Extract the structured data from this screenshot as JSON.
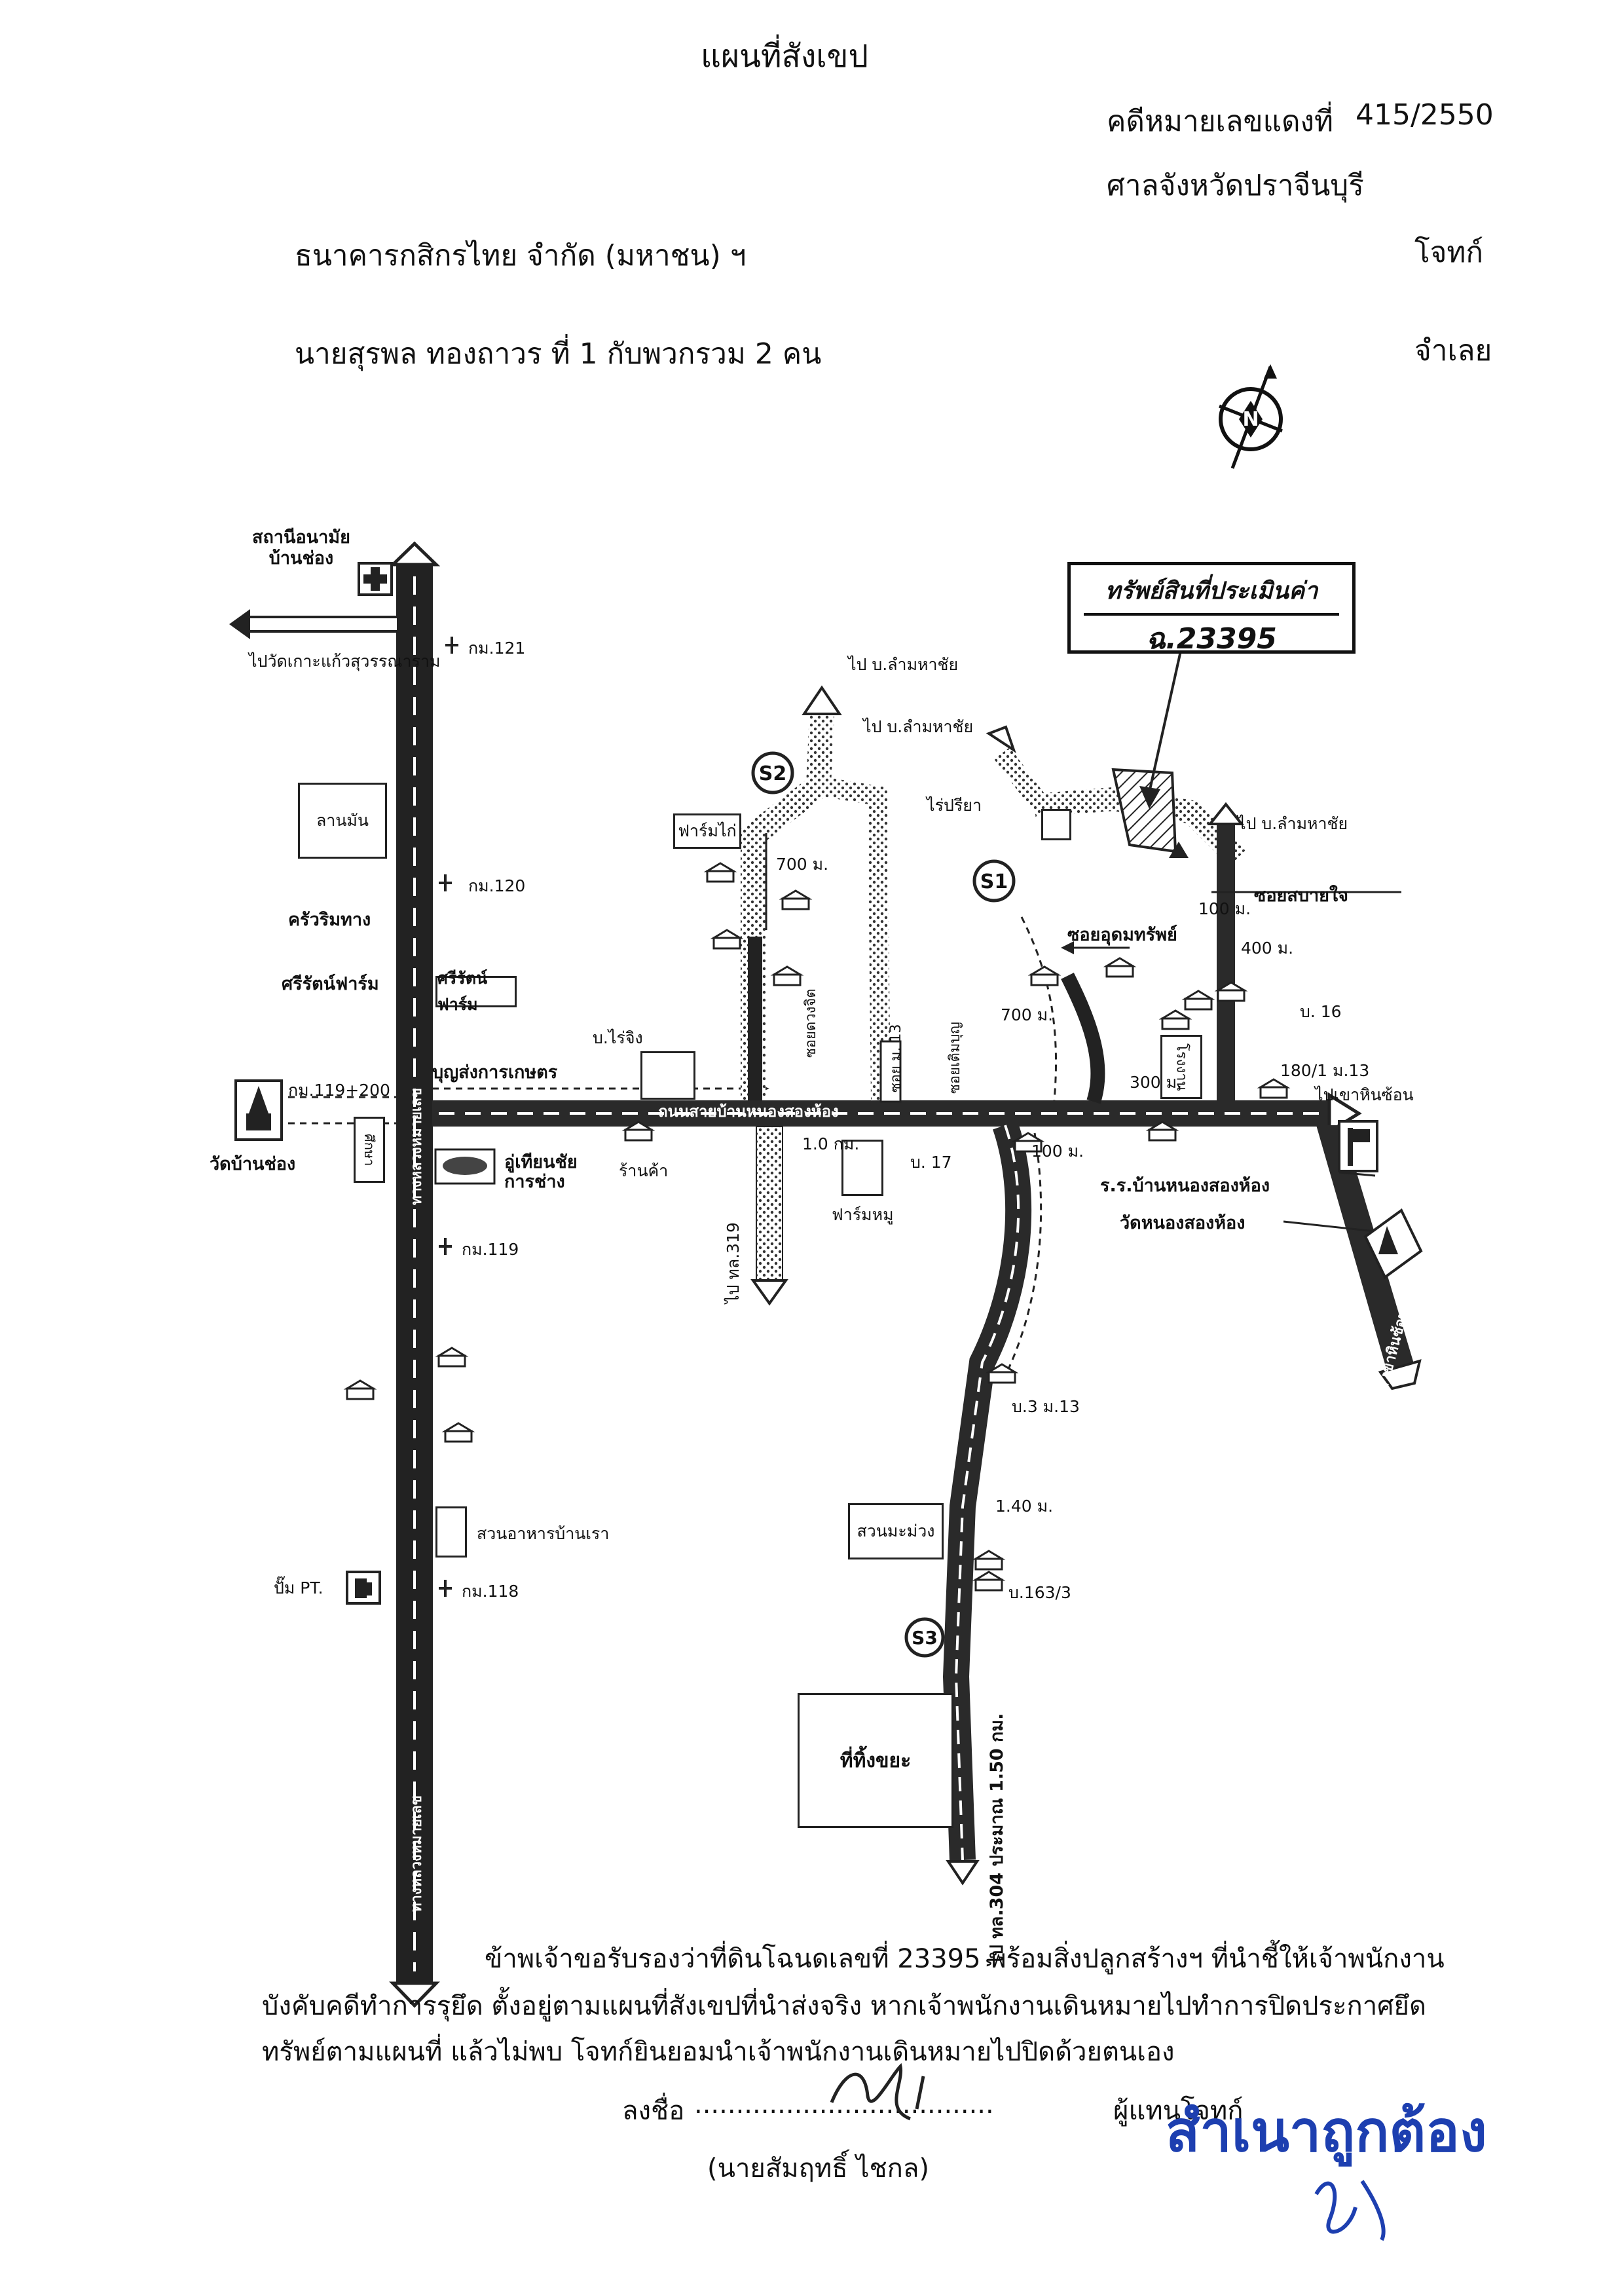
{
  "header": {
    "title": "แผนที่สังเขป",
    "case_label": "คดีหมายเลขแดงที่",
    "case_number": "415/2550",
    "court": "ศาลจังหวัดปราจีนบุรี",
    "plaintiff": "ธนาคารกสิกรไทย จำกัด (มหาชน) ฯ",
    "plaintiff_role": "โจทก์",
    "defendant": "นายสุรพล ทองถาวร ที่ 1 กับพวกรวม 2 คน",
    "defendant_role": "จำเลย",
    "compass_letter": "N"
  },
  "callout": {
    "title": "ทรัพย์สินที่ประเมินค่า",
    "deed": "ฉ.23395"
  },
  "markers": {
    "s1": "S1",
    "s2": "S2",
    "s3": "S3"
  },
  "labels": {
    "health_station": "สถานีอนามัย\nบ้านช่อง",
    "km121": "กม.121",
    "to_wat_kaew": "ไปวัดเกาะแก้วสุวรรณาราม",
    "lan_man": "ลานมัน",
    "km120": "กม.120",
    "krua_rim_thang": "ครัวริมทาง",
    "sirirat_farm_1": "ศรีรัตน์ฟาร์ม",
    "sirirat_farm_2": "ศรีรัตน์ฟาร์ม",
    "b_raiching": "บ.ไร่จิง",
    "boonsong": "บุญส่งการเกษตร",
    "km119_200": "กม.119+200",
    "wat_ban_chong": "วัดบ้านช่อง",
    "school_box": "ศึกษา",
    "u_thian": "อู่เทียนชัย\nการช่าง",
    "km119": "กม.119",
    "suan_ahan": "สวนอาหารบ้านเรา",
    "pump_pt": "ปั๊ม PT.",
    "km118": "กม.118",
    "hw_vertical_top": "ทางหลวงหมายเลข",
    "hw_vertical_bottom": "ทางหลวงหมายเลข",
    "to_lam_mahachai_1": "ไป บ.ลำมหาชัย",
    "to_lam_mahachai_2": "ไป บ.ลำมหาชัย",
    "to_lam_mahachai_3": "ไป บ.ลำมหาชัย",
    "farm_mai": "ฟาร์มไก่",
    "m700_1": "700 ม.",
    "soi_duang": "ซอยดวงจิต",
    "soi_m13": "ซอย ม. 13",
    "soi_toem": "ซอยเติมบุญ",
    "rai_priya": "ไร่ปรียา",
    "soi_sabai": "ซอยสบายใจ",
    "m100_1": "100 ม.",
    "soi_udom": "ซอยอุดมทรัพย์",
    "m400": "400 ม.",
    "b16": "บ. 16",
    "m700_2": "700 ม.",
    "rong_ngan": "โรงงาน",
    "addr_180": "180/1 ม.13",
    "m300": "300 ม.",
    "to_khao_hin": "ไปเขาหินซ้อน",
    "road_name": "ถนนสายบ้านหนองสองห้อง",
    "km1": "1.0 กม.",
    "m100_2": "100 ม.",
    "b17": "บ. 17",
    "ran_kha": "ร้านค้า",
    "farm_mu": "ฟาร์มหมู",
    "school_nongsong": "ร.ร.บ้านหนองสองห้อง",
    "wat_nongsong": "วัดหนองสองห้อง",
    "to_pl319": "ไป ทล.319",
    "to_khao_hin_diag": "ไป เขาหินซ้อน",
    "b3": "บ.3 ม.13",
    "m140": "1.40 ม.",
    "mango": "สวนมะม่วง",
    "addr_163": "บ.163/3",
    "trash": "ที่ทิ้งขยะ",
    "to_pl304": "ไป ทล.304 ประมาณ 1.50 กม."
  },
  "certification": {
    "line1": "ข้าพเจ้าขอรับรองว่าที่ดินโฉนดเลขที่ 23395 พร้อมสิ่งปลูกสร้างฯ ที่นำชี้ให้เจ้าพนักงาน",
    "line2": "บังคับคดีทำการรุยึด ตั้งอยู่ตามแผนที่สังเขปที่นำส่งจริง หากเจ้าพนักงานเดินหมายไปทำการปิดประกาศยึด",
    "line3": "ทรัพย์ตามแผนที่ แล้วไม่พบ โจทก์ยินยอมนำเจ้าพนักงานเดินหมายไปปิดด้วยตนเอง",
    "sign_prefix": "ลงชื่อ",
    "sign_dots": "....................................",
    "sign_role": "ผู้แทนโจทก์",
    "signer": "(นายสัมฤทธิ์ ไชกล)",
    "stamp": "สำเนาถูกต้อง"
  }
}
